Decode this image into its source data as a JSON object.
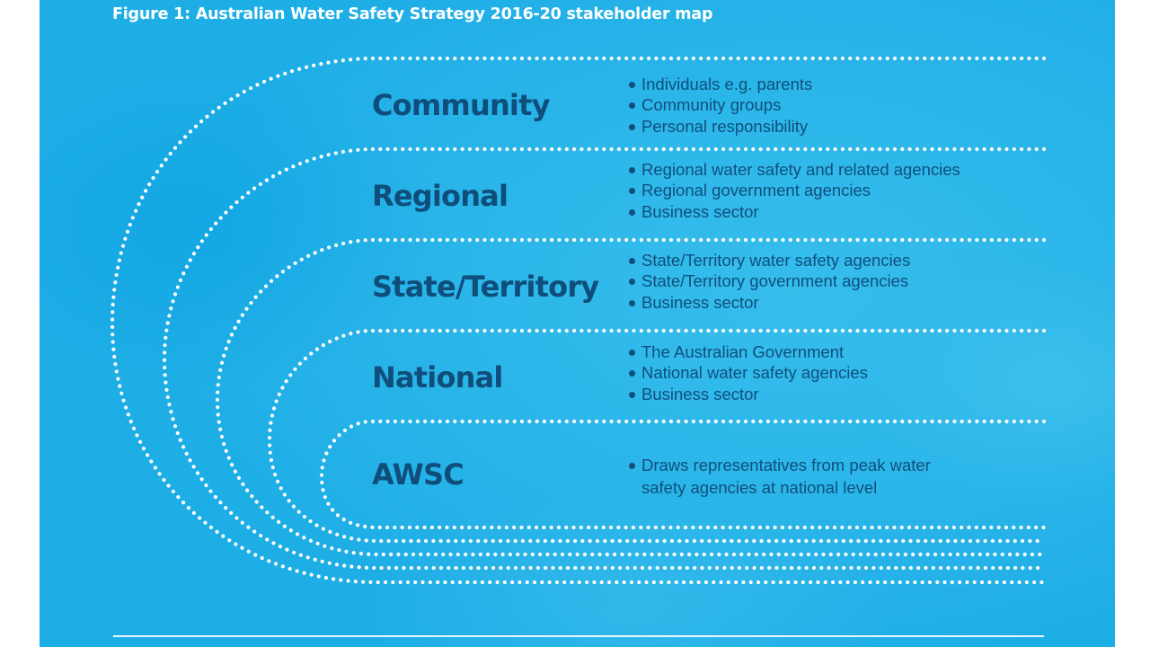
{
  "figure": {
    "title": "Figure 1: Australian Water Safety Strategy 2016-20 stakeholder map"
  },
  "colors": {
    "background": "#25b3e8",
    "label_text": "#0f4d7a",
    "bullet_text": "#104f7c",
    "dots": "#ffffff",
    "title_text": "#ffffff"
  },
  "tiers": [
    {
      "label": "Community",
      "items": [
        "Individuals e.g. parents",
        "Community groups",
        "Personal responsibility"
      ]
    },
    {
      "label": "Regional",
      "items": [
        "Regional water safety and related agencies",
        "Regional government agencies",
        "Business sector"
      ]
    },
    {
      "label": "State/Territory",
      "items": [
        "State/Territory water safety agencies",
        "State/Territory government agencies",
        "Business sector"
      ]
    },
    {
      "label": "National",
      "items": [
        "The Australian Government",
        "National water safety agencies",
        "Business sector"
      ]
    },
    {
      "label": "AWSC",
      "items": [
        "Draws representatives from peak water safety agencies at national level"
      ]
    }
  ]
}
